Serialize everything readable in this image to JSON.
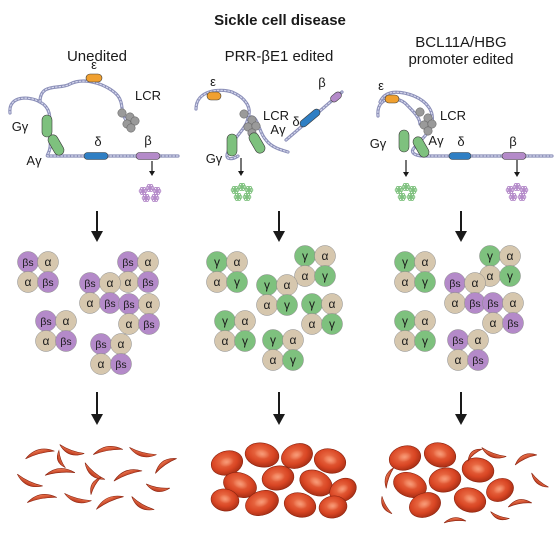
{
  "title": "Sickle cell disease",
  "panels": [
    {
      "heading": [
        "Unedited"
      ],
      "locus": {
        "epsilon": "ε",
        "lcr": "LCR",
        "g_gamma": "Gγ",
        "a_gamma": "Aγ",
        "delta": "δ",
        "beta": "β"
      },
      "tetramers": [
        {
          "cells": [
            "βs",
            "α",
            "α",
            "βs"
          ]
        },
        {
          "cells": [
            "βs",
            "α",
            "α",
            "βs"
          ]
        },
        {
          "cells": [
            "βs",
            "α",
            "α",
            "βs"
          ]
        },
        {
          "cells": [
            "βs",
            "α",
            "α",
            "βs"
          ]
        },
        {
          "cells": [
            "βs",
            "α",
            "α",
            "βs"
          ]
        },
        {
          "cells": [
            "βs",
            "α",
            "α",
            "βs"
          ]
        }
      ],
      "cell_shape": "sickle"
    },
    {
      "heading": [
        "PRR-βE1 edited"
      ],
      "locus": {
        "epsilon": "ε",
        "lcr": "LCR",
        "g_gamma": "Gγ",
        "a_gamma": "Aγ",
        "delta": "δ",
        "beta": "β"
      },
      "tetramers": [
        {
          "cells": [
            "γ",
            "α",
            "α",
            "γ"
          ]
        },
        {
          "cells": [
            "γ",
            "α",
            "α",
            "γ"
          ]
        },
        {
          "cells": [
            "γ",
            "α",
            "α",
            "γ"
          ]
        },
        {
          "cells": [
            "γ",
            "α",
            "α",
            "γ"
          ]
        },
        {
          "cells": [
            "γ",
            "α",
            "α",
            "γ"
          ]
        },
        {
          "cells": [
            "γ",
            "α",
            "α",
            "γ"
          ]
        }
      ],
      "cell_shape": "normal"
    },
    {
      "heading": [
        "BCL11A/HBG",
        "promoter edited"
      ],
      "locus": {
        "epsilon": "ε",
        "lcr": "LCR",
        "g_gamma": "Gγ",
        "a_gamma": "Aγ",
        "delta": "δ",
        "beta": "β"
      },
      "tetramers": [
        {
          "cells": [
            "γ",
            "α",
            "α",
            "γ"
          ]
        },
        {
          "cells": [
            "γ",
            "α",
            "α",
            "γ"
          ]
        },
        {
          "cells": [
            "βs",
            "α",
            "α",
            "βs"
          ]
        },
        {
          "cells": [
            "γ",
            "α",
            "α",
            "γ"
          ]
        },
        {
          "cells": [
            "βs",
            "α",
            "α",
            "βs"
          ]
        },
        {
          "cells": [
            "βs",
            "α",
            "α",
            "βs"
          ]
        }
      ],
      "cell_shape": "mixed"
    }
  ],
  "colors": {
    "gamma": "#7ec17e",
    "beta_s": "#b48ac9",
    "alpha": "#d6c7ae",
    "epsilon": "#f0a030",
    "delta": "#2f7fc4",
    "lcr": "#9a9a9a",
    "rbc": "#d94624",
    "chain_line": "#8b8fb8"
  }
}
